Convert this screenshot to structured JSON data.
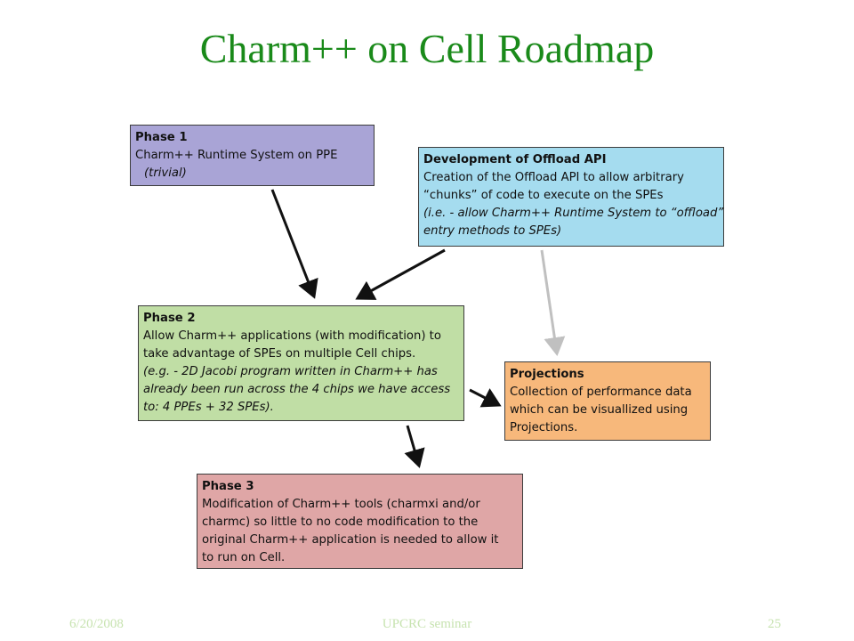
{
  "title": "Charm++ on Cell Roadmap",
  "colors": {
    "title": "#1a8a1a",
    "phase1": "#a9a4d6",
    "offload": "#a5dcef",
    "phase2": "#c0dea5",
    "projections": "#f7b87b",
    "phase3": "#dfa6a6",
    "arrow_main": "#111111",
    "arrow_faded": "#c0c0c0"
  },
  "boxes": {
    "phase1": {
      "heading": "Phase 1",
      "line1": "Charm++ Runtime System on PPE",
      "note": "(trivial)"
    },
    "offload": {
      "heading": "Development of Offload API",
      "line1": "Creation of the Offload API to allow arbitrary",
      "line2": "“chunks” of code to execute on the SPEs",
      "note1": "(i.e. - allow Charm++ Runtime System to “offload”",
      "note2": "entry methods to SPEs)"
    },
    "phase2": {
      "heading": "Phase 2",
      "line1": "Allow Charm++ applications (with modification) to",
      "line2": "take advantage of SPEs on multiple Cell chips.",
      "note1": "(e.g. - 2D Jacobi program written in Charm++ has",
      "note2": "already been run across the 4 chips we have access",
      "note3": "to:  4 PPEs + 32 SPEs)."
    },
    "projections": {
      "heading": "Projections",
      "line1": "Collection of performance data",
      "line2": "which can be visuallized using",
      "line3": "Projections."
    },
    "phase3": {
      "heading": "Phase 3",
      "line1": "Modification of Charm++ tools (charmxi and/or",
      "line2": "charmc) so little to no code modification to the",
      "line3": "original Charm++ application is needed to allow it",
      "line4": "to run on Cell."
    }
  },
  "footer": {
    "date": "6/20/2008",
    "seminar": "UPCRC seminar",
    "page": "25"
  }
}
